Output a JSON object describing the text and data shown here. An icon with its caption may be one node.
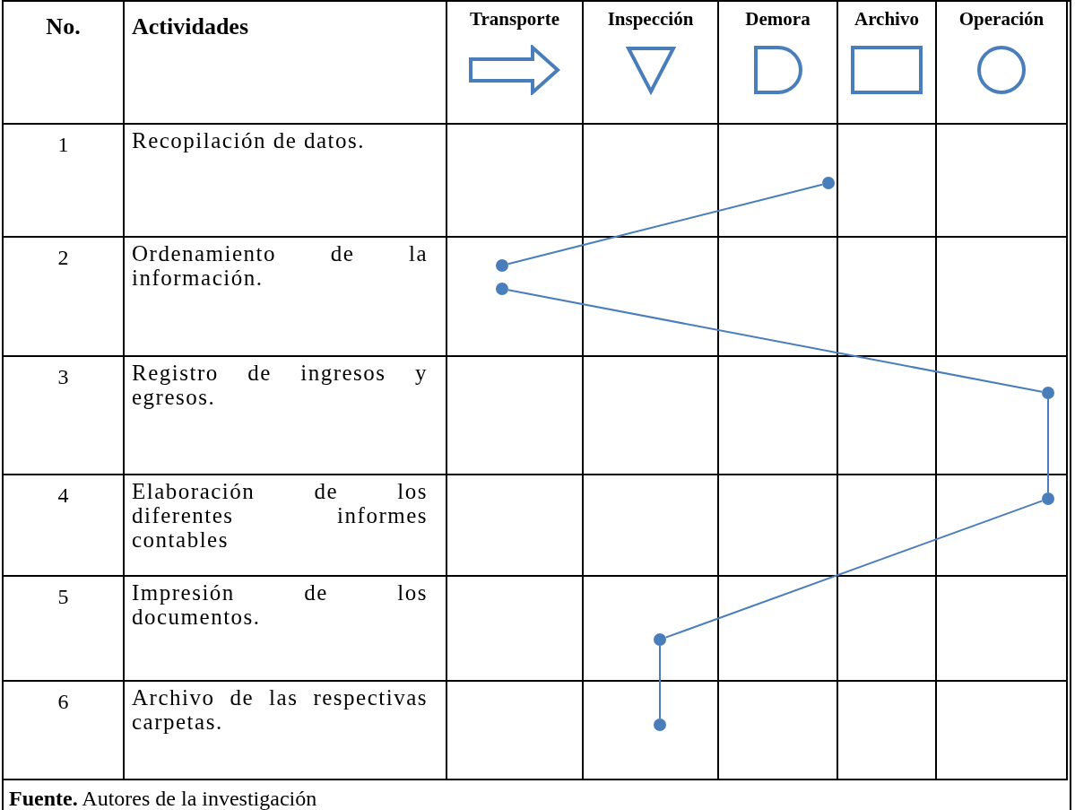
{
  "diagram": {
    "nodes": [
      {
        "text": [],
        "shape": "circle"
      },
      {
        "text": [],
        "shape": "circle"
      },
      {
        "text": [],
        "shape": "circle"
      },
      {
        "text": [],
        "shape": "circle"
      },
      {
        "text": [],
        "shape": "circle"
      },
      {
        "text": [],
        "shape": "circle"
      },
      {
        "text": [],
        "shape": "circle"
      }
    ],
    "edges": [
      {
        "from": 0,
        "to": 1,
        "arrow": "none"
      },
      {
        "from": 2,
        "to": 3,
        "arrow": "none"
      },
      {
        "from": 3,
        "to": 4,
        "arrow": "none"
      },
      {
        "from": 4,
        "to": 5,
        "arrow": "none"
      },
      {
        "from": 5,
        "to": 6,
        "arrow": "none"
      }
    ],
    "labels": [
      "No.",
      "Actividades",
      "Transporte",
      "Inspección",
      "Demora",
      "Archivo",
      "Operación",
      "1",
      "Recopilación de datos.",
      "2",
      "Ordenamiento de la información.",
      "3",
      "Registro de ingresos y egresos.",
      "4",
      "Elaboración de los diferentes informes contables",
      "5",
      "Impresión de los documentos.",
      "6",
      "Archivo de las respectivas carpetas.",
      "**Fuente.** Autores de la investigación"
    ]
  }
}
